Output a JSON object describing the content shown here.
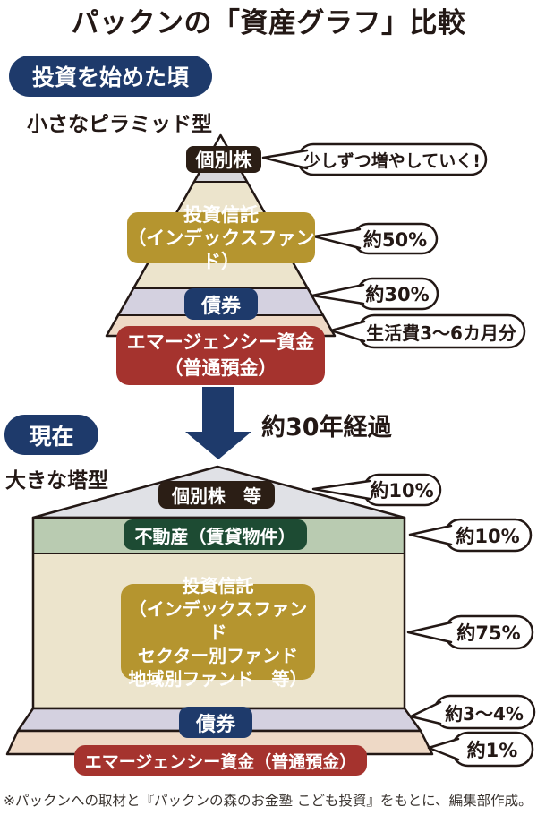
{
  "title": "パックンの「資産グラフ」比較",
  "before": {
    "badge": "投資を始めた頃",
    "shape_caption": "小さなピラミッド型",
    "layers": [
      {
        "label": "個別株",
        "callout": "少しずつ増やしていく!"
      },
      {
        "label": "投資信託\n（インデックスファンド）",
        "callout": "約50%"
      },
      {
        "label": "債券",
        "callout": "約30%"
      },
      {
        "label": "エマージェンシー資金\n（普通預金）",
        "callout": "生活費3〜6カ月分"
      }
    ]
  },
  "transition": {
    "label": "約30年経過"
  },
  "after": {
    "badge": "現在",
    "shape_caption": "大きな塔型",
    "layers": [
      {
        "label": "個別株　等",
        "callout": "約10%"
      },
      {
        "label": "不動産（賃貸物件）",
        "callout": "約10%"
      },
      {
        "label": "投資信託\n（インデックスファンド\nセクター別ファンド\n地域別ファンド　等）",
        "callout": "約75%"
      },
      {
        "label": "債券",
        "callout": "約3〜4%"
      },
      {
        "label": "エマージェンシー資金（普通預金）",
        "callout": "約1%"
      }
    ]
  },
  "footer": "※パックンへの取材と『パックンの森のお金塾 こども投資』をもとに、編集部作成。",
  "colors": {
    "navy": "#1e3a6b",
    "gold": "#b5952f",
    "brick_red": "#a5332e",
    "dark_green": "#1d4b33",
    "light_green": "#b9cbb1",
    "cream": "#ece4cc",
    "lavender": "#d4d1e0",
    "pink_beige": "#eed9c6",
    "roof_gray": "#e0e1e6",
    "label_black": "#2b1e15",
    "outline": "#231815"
  }
}
